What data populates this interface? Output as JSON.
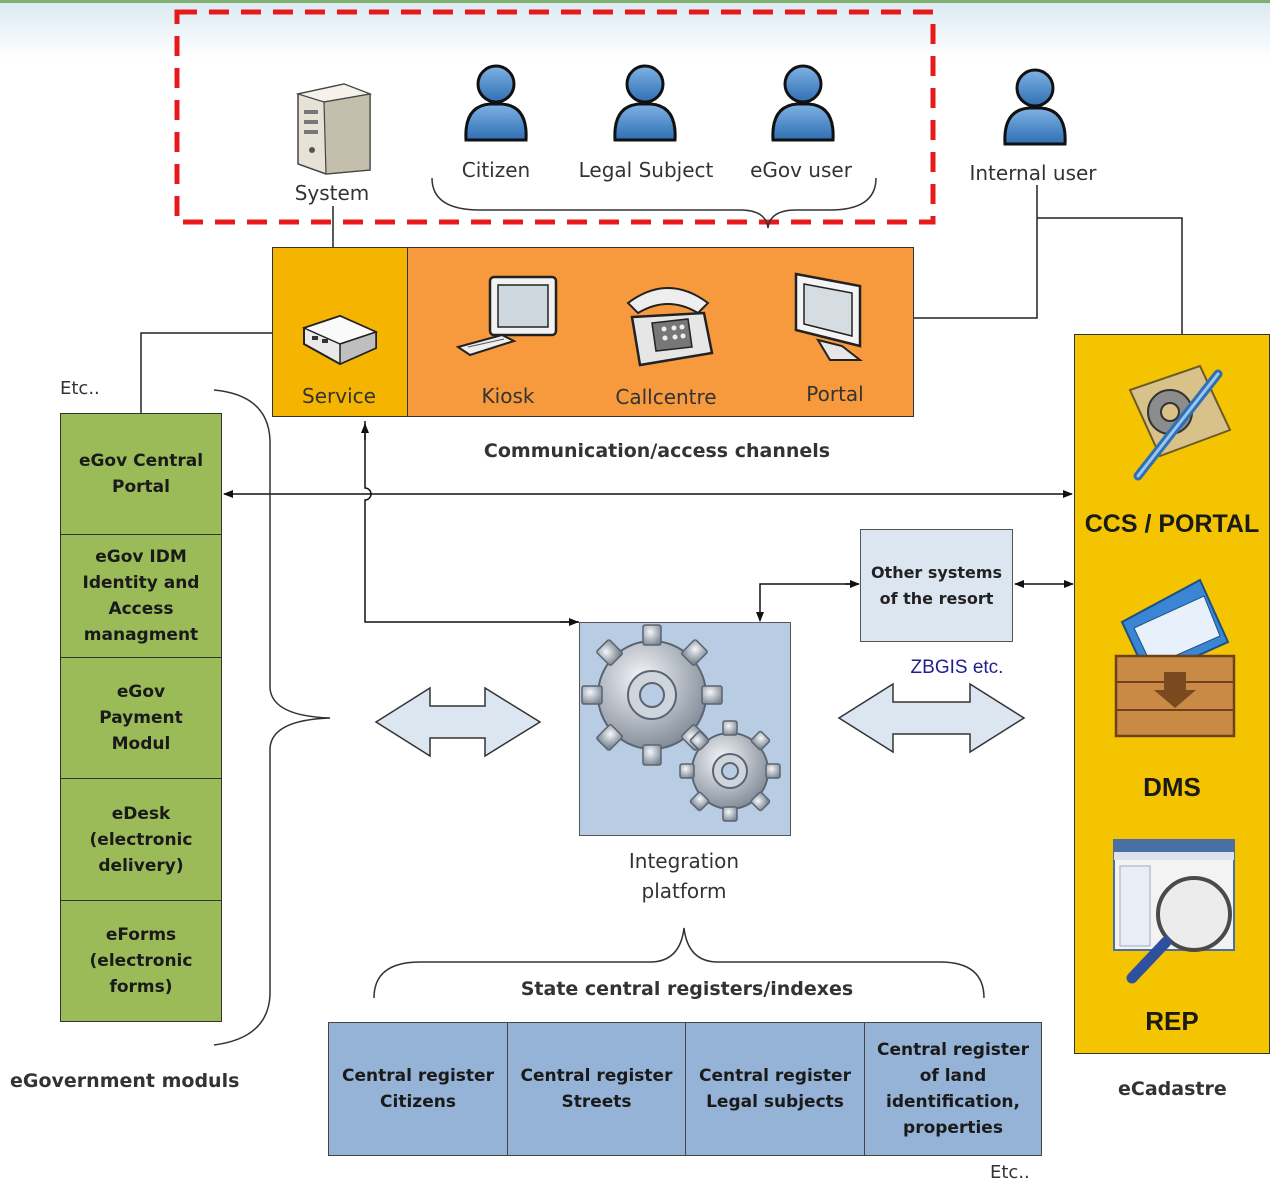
{
  "actors": {
    "system": "System",
    "citizen": "Citizen",
    "legal_subject": "Legal Subject",
    "egov_user": "eGov user",
    "internal_user": "Internal user"
  },
  "channels": {
    "service": "Service",
    "kiosk": "Kiosk",
    "callcentre": "Callcentre",
    "portal": "Portal",
    "caption": "Communication/access channels"
  },
  "egov": {
    "etc": "Etc..",
    "modules": [
      "eGov Central\nPortal",
      "eGov IDM\nIdentity and\nAccess\nmanagment",
      "eGov\nPayment\nModul",
      "eDesk\n(electronic\ndelivery)",
      "eForms\n(electronic\nforms)"
    ],
    "caption": "eGovernment moduls"
  },
  "other_systems": {
    "label": "Other systems\nof the resort",
    "note": "ZBGIS etc."
  },
  "integration": {
    "label": "Integration\nplatform"
  },
  "registers": {
    "caption": "State central registers/indexes",
    "items": [
      "Central register\nCitizens",
      "Central register\nStreets",
      "Central register\nLegal subjects",
      "Central register\nof land\nidentification,\nproperties"
    ],
    "etc": "Etc.."
  },
  "ecadastre": {
    "ccs": "CCS / PORTAL",
    "dms": "DMS",
    "rep": "REP",
    "caption": "eCadastre"
  },
  "colors": {
    "module_green": "#9bbb59",
    "channel_orange": "#f79a3e",
    "channel_yellow": "#f4b400",
    "ecadastre_yellow": "#f5c400",
    "register_blue": "#95b3d7",
    "highlight_red": "#e8191a"
  }
}
